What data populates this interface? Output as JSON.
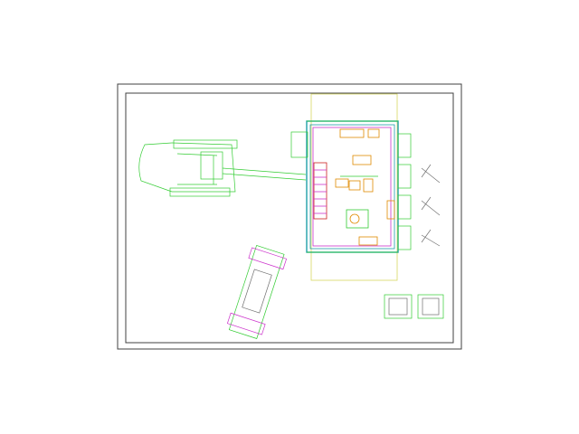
{
  "view": {
    "background": "#ffffff",
    "sheet_color": "#404040"
  },
  "layer_colors": {
    "green": "#33cc33",
    "cyan": "#1f9fa8",
    "magenta": "#cc33cc",
    "orange": "#e08a00",
    "yellow": "#d8d860",
    "red": "#cc2222",
    "grey": "#707070"
  },
  "drawing_objects": [
    "vehicle-plan-upper-left",
    "tow-bar",
    "building-floor-plan",
    "stair-run",
    "layout-extents-frame",
    "vehicle-plan-lower",
    "door-swing-symbols",
    "detail-elevations"
  ]
}
